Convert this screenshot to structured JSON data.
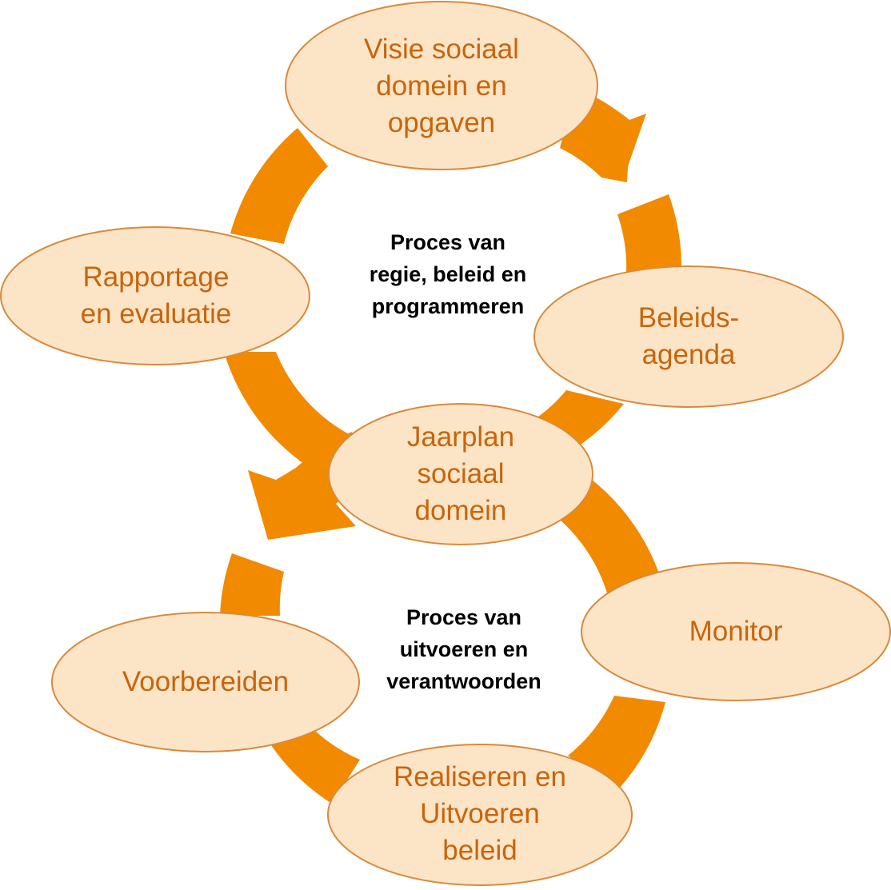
{
  "colors": {
    "arrow": "#f28a00",
    "ellipse_fill": "#fce4c7",
    "ellipse_stroke": "#d98a3a",
    "ellipse_text": "#c8650a",
    "center_text": "#000000"
  },
  "upper_cycle": {
    "title": "Proces van\nregie, beleid en\nprogrammeren",
    "steps": [
      {
        "label": "Visie sociaal\ndomein en\nopgaven"
      },
      {
        "label": "Beleids-\nagenda"
      },
      {
        "label": "Jaarplan\nsociaal\ndomein"
      },
      {
        "label": "Rapportage\nen evaluatie"
      }
    ]
  },
  "lower_cycle": {
    "title": "Proces van\nuitvoeren en\nverantwoorden",
    "steps": [
      {
        "label": "Monitor"
      },
      {
        "label": "Realiseren en\nUitvoeren\nbeleid"
      },
      {
        "label": "Voorbereiden"
      }
    ]
  }
}
